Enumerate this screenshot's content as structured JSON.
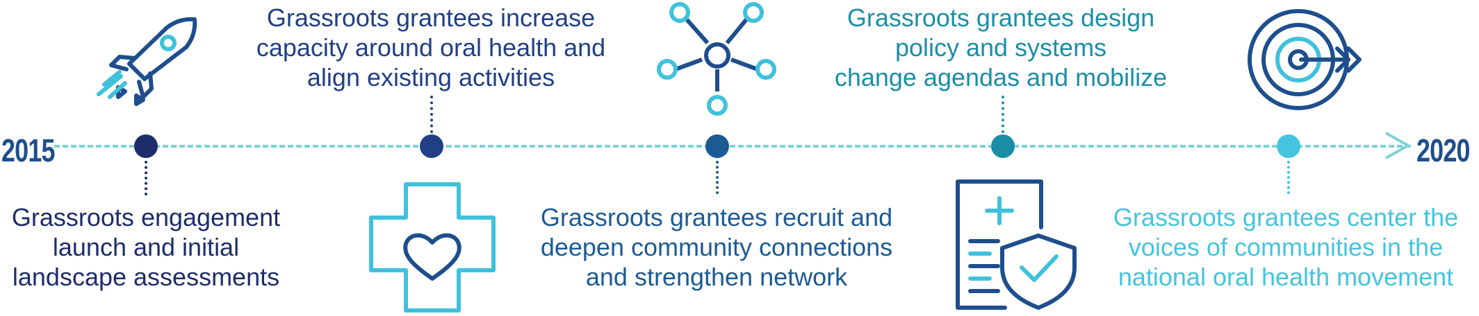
{
  "timeline": {
    "start_year": "2015",
    "end_year": "2020"
  },
  "milestones": [
    {
      "text": "Grassroots engagement\nlaunch and initial\nlandscape assessments",
      "color": "#1d2d6b",
      "icon": "rocket-icon"
    },
    {
      "text": "Grassroots grantees increase\ncapacity around oral health and\nalign existing activities",
      "color": "#213f85",
      "icon": "medical-cross-heart-icon"
    },
    {
      "text": "Grassroots grantees recruit and\ndeepen community connections\nand strengthen network",
      "color": "#1c5a94",
      "icon": "network-icon"
    },
    {
      "text": "Grassroots grantees design\npolicy and systems\nchange agendas and mobilize",
      "color": "#1b8ea6",
      "icon": "policy-document-shield-icon"
    },
    {
      "text": "Grassroots grantees center the\nvoices of communities in the\nnational oral health movement",
      "color": "#44c4de",
      "icon": "target-arrow-icon"
    }
  ],
  "colors": {
    "dashed_line": "#7dd3d8",
    "year": "#1e4e8c",
    "icon_dark": "#1e4e8c",
    "icon_light": "#3fc1dc"
  }
}
